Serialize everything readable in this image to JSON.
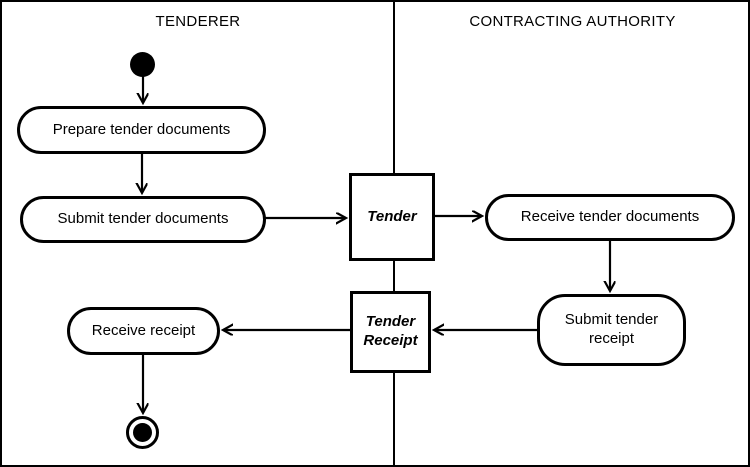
{
  "diagram": {
    "type": "uml-activity-swimlane",
    "lanes": [
      {
        "id": "tenderer",
        "label": "TENDERER"
      },
      {
        "id": "contracting_authority",
        "label": "CONTRACTING AUTHORITY"
      }
    ],
    "nodes": {
      "initial": {
        "kind": "initial-node"
      },
      "prepare": {
        "kind": "activity",
        "lane": "tenderer",
        "label": "Prepare tender documents"
      },
      "submit_docs": {
        "kind": "activity",
        "lane": "tenderer",
        "label": "Submit tender documents"
      },
      "tender": {
        "kind": "object",
        "label": "Tender"
      },
      "receive_docs": {
        "kind": "activity",
        "lane": "contracting_authority",
        "label": "Receive tender documents"
      },
      "submit_receipt": {
        "kind": "activity",
        "lane": "contracting_authority",
        "label": "Submit tender receipt"
      },
      "tender_receipt": {
        "kind": "object",
        "label": "Tender Receipt"
      },
      "receive_receipt": {
        "kind": "activity",
        "lane": "tenderer",
        "label": "Receive receipt"
      },
      "final": {
        "kind": "final-node"
      }
    },
    "edges": [
      {
        "from": "initial",
        "to": "prepare"
      },
      {
        "from": "prepare",
        "to": "submit_docs"
      },
      {
        "from": "submit_docs",
        "to": "tender"
      },
      {
        "from": "tender",
        "to": "receive_docs"
      },
      {
        "from": "receive_docs",
        "to": "submit_receipt"
      },
      {
        "from": "submit_receipt",
        "to": "tender_receipt"
      },
      {
        "from": "tender_receipt",
        "to": "receive_receipt"
      },
      {
        "from": "receive_receipt",
        "to": "final"
      }
    ],
    "colors": {
      "stroke": "#000000",
      "background": "#ffffff",
      "text": "#000000"
    }
  }
}
